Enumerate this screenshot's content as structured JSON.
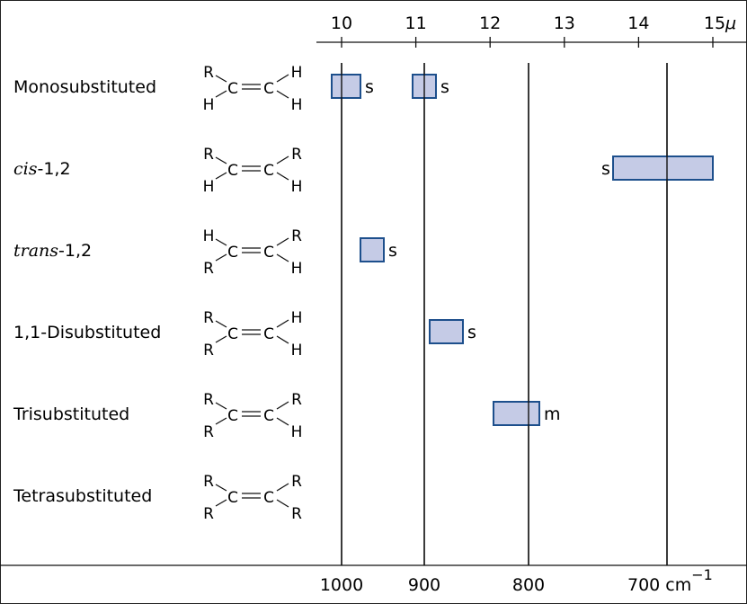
{
  "chart_data": {
    "type": "table",
    "title": "",
    "top_axis": {
      "unit": "μ",
      "ticks": [
        "10",
        "11",
        "12",
        "13",
        "14",
        "15μ"
      ],
      "values": [
        10,
        11,
        12,
        13,
        14,
        15
      ]
    },
    "bottom_axis": {
      "unit": "cm−1",
      "ticks": [
        "1000",
        "900",
        "800",
        "700 cm"
      ],
      "superscript": "−1",
      "values": [
        1000,
        900,
        800,
        700
      ]
    },
    "grid": "vertical lines at 1000, 900, 800, 700 cm−1",
    "rows": [
      {
        "prefix_italic": "",
        "name": "Monosubstituted",
        "structure": {
          "ul": "R",
          "ll": "H",
          "ur": "H",
          "lr": "H"
        },
        "bands": [
          {
            "range_um": [
              9.87,
              10.26
            ],
            "intensity": "s",
            "label_side": "right"
          },
          {
            "range_um": [
              10.95,
              11.27
            ],
            "intensity": "s",
            "label_side": "right"
          }
        ]
      },
      {
        "prefix_italic": "cis",
        "name": "-1,2",
        "structure": {
          "ul": "R",
          "ll": "H",
          "ur": "R",
          "lr": "H"
        },
        "bands": [
          {
            "range_um": [
              13.65,
              15.0
            ],
            "intensity": "s",
            "label_side": "left"
          }
        ]
      },
      {
        "prefix_italic": "trans",
        "name": "-1,2",
        "structure": {
          "ul": "H",
          "ll": "R",
          "ur": "R",
          "lr": "H"
        },
        "bands": [
          {
            "range_um": [
              10.26,
              10.57
            ],
            "intensity": "s",
            "label_side": "right"
          }
        ]
      },
      {
        "prefix_italic": "",
        "name": "1,1-Disubstituted",
        "structure": {
          "ul": "R",
          "ll": "R",
          "ur": "H",
          "lr": "H"
        },
        "bands": [
          {
            "range_um": [
              11.19,
              11.64
            ],
            "intensity": "s",
            "label_side": "right"
          }
        ]
      },
      {
        "prefix_italic": "",
        "name": "Trisubstituted",
        "structure": {
          "ul": "R",
          "ll": "R",
          "ur": "R",
          "lr": "H"
        },
        "bands": [
          {
            "range_um": [
              12.05,
              12.67
            ],
            "intensity": "m",
            "label_side": "right"
          }
        ]
      },
      {
        "prefix_italic": "",
        "name": "Tetrasubstituted",
        "structure": {
          "ul": "R",
          "ll": "R",
          "ur": "R",
          "lr": "R"
        },
        "bands": []
      }
    ],
    "colors": {
      "band_fill": "#c5cbe6",
      "band_stroke": "#1d4f8c",
      "line": "#111111"
    }
  },
  "structure_core": {
    "c1": "C",
    "c2": "C"
  }
}
